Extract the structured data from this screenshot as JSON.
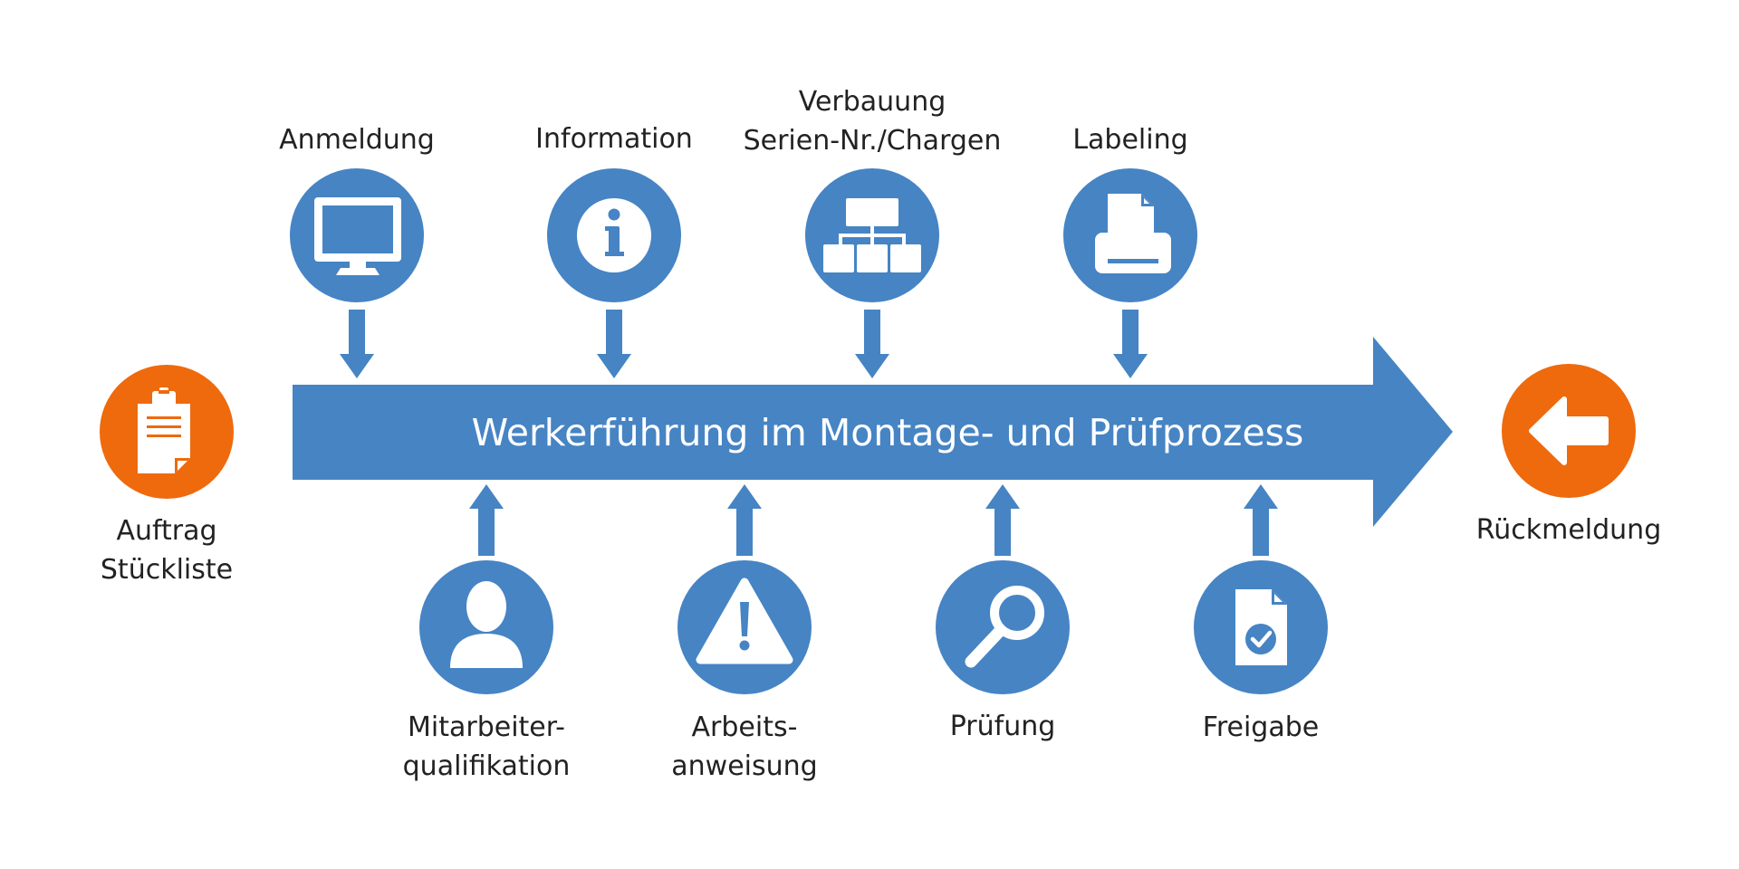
{
  "colors": {
    "accent_blue": "#4684C4",
    "accent_orange": "#EE6A0D",
    "text": "#222222",
    "background": "#FFFFFF"
  },
  "main_arrow": {
    "label": "Werkerführung im Montage- und Prüfprozess"
  },
  "start": {
    "icon": "clipboard-icon",
    "label_line1": "Auftrag",
    "label_line2": "Stückliste"
  },
  "end": {
    "icon": "back-arrow-icon",
    "label": "Rückmeldung"
  },
  "top_steps": [
    {
      "icon": "monitor-icon",
      "line1": "Anmeldung",
      "line2": ""
    },
    {
      "icon": "info-icon",
      "line1": "Information",
      "line2": ""
    },
    {
      "icon": "hierarchy-icon",
      "line1": "Verbauung",
      "line2": "Serien-Nr./Chargen"
    },
    {
      "icon": "printer-icon",
      "line1": "Labeling",
      "line2": ""
    }
  ],
  "bottom_steps": [
    {
      "icon": "person-icon",
      "line1": "Mitarbeiter-",
      "line2": "qualifikation"
    },
    {
      "icon": "warning-icon",
      "line1": "Arbeits-",
      "line2": "anweisung"
    },
    {
      "icon": "magnifier-icon",
      "line1": "Prüfung",
      "line2": ""
    },
    {
      "icon": "document-check-icon",
      "line1": "Freigabe",
      "line2": ""
    }
  ]
}
